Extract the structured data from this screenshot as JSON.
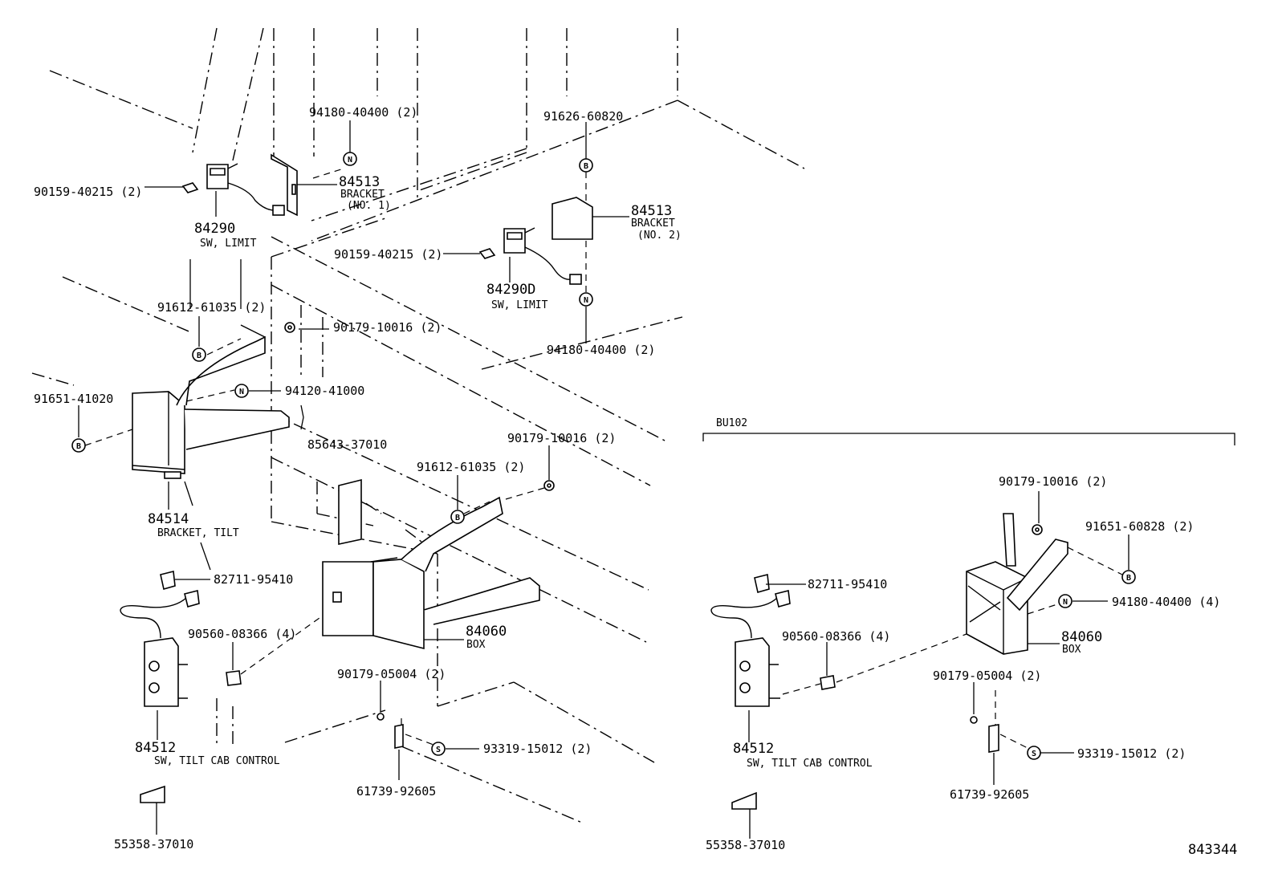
{
  "diagram": {
    "labels": {
      "p94180_40400_top": "94180-40400 (2)",
      "p91626_60820": "91626-60820",
      "p90159_40215_a": "90159-40215 (2)",
      "p84513_a": "84513",
      "p84513_a_sub1": "BRACKET",
      "p84513_a_sub2": "(NO. 1)",
      "p84290": "84290",
      "p84290_sub": "SW, LIMIT",
      "p84513_b": "84513",
      "p84513_b_sub1": "BRACKET",
      "p84513_b_sub2": "(NO. 2)",
      "p90159_40215_b": "90159-40215 (2)",
      "p84290D": "84290D",
      "p84290D_sub": "SW, LIMIT",
      "p91612_61035_a": "91612-61035 (2)",
      "p90179_10016_a": "90179-10016 (2)",
      "p94180_40400_mid": "94180-40400 (2)",
      "p91651_41020": "91651-41020",
      "p94120_41000": "94120-41000",
      "p85643_37010": "85643-37010",
      "p90179_10016_b": "90179-10016 (2)",
      "p91612_61035_b": "91612-61035 (2)",
      "p84514": "84514",
      "p84514_sub": "BRACKET, TILT",
      "p82711_95410_a": "82711-95410",
      "p90560_08366_a": "90560-08366 (4)",
      "p84060_a": "84060",
      "p84060_a_sub": "BOX",
      "p90179_05004_a": "90179-05004 (2)",
      "p84512_a": "84512",
      "p84512_a_sub": "SW, TILT CAB CONTROL",
      "p93319_15012_a": "93319-15012 (2)",
      "p61739_92605_a": "61739-92605",
      "p55358_37010_a": "55358-37010",
      "variant_code": "BU102",
      "p90179_10016_c": "90179-10016 (2)",
      "p91651_60828": "91651-60828 (2)",
      "p82711_95410_b": "82711-95410",
      "p94180_40400_c": "94180-40400 (4)",
      "p90560_08366_b": "90560-08366 (4)",
      "p84060_b": "84060",
      "p84060_b_sub": "BOX",
      "p90179_05004_b": "90179-05004 (2)",
      "p84512_b": "84512",
      "p84512_b_sub": "SW, TILT CAB CONTROL",
      "p93319_15012_b": "93319-15012 (2)",
      "p61739_92605_b": "61739-92605",
      "p55358_37010_b": "55358-37010",
      "illustration_number": "843344"
    },
    "symbols": {
      "bolt": "B",
      "nut": "N",
      "screw": "S"
    }
  }
}
